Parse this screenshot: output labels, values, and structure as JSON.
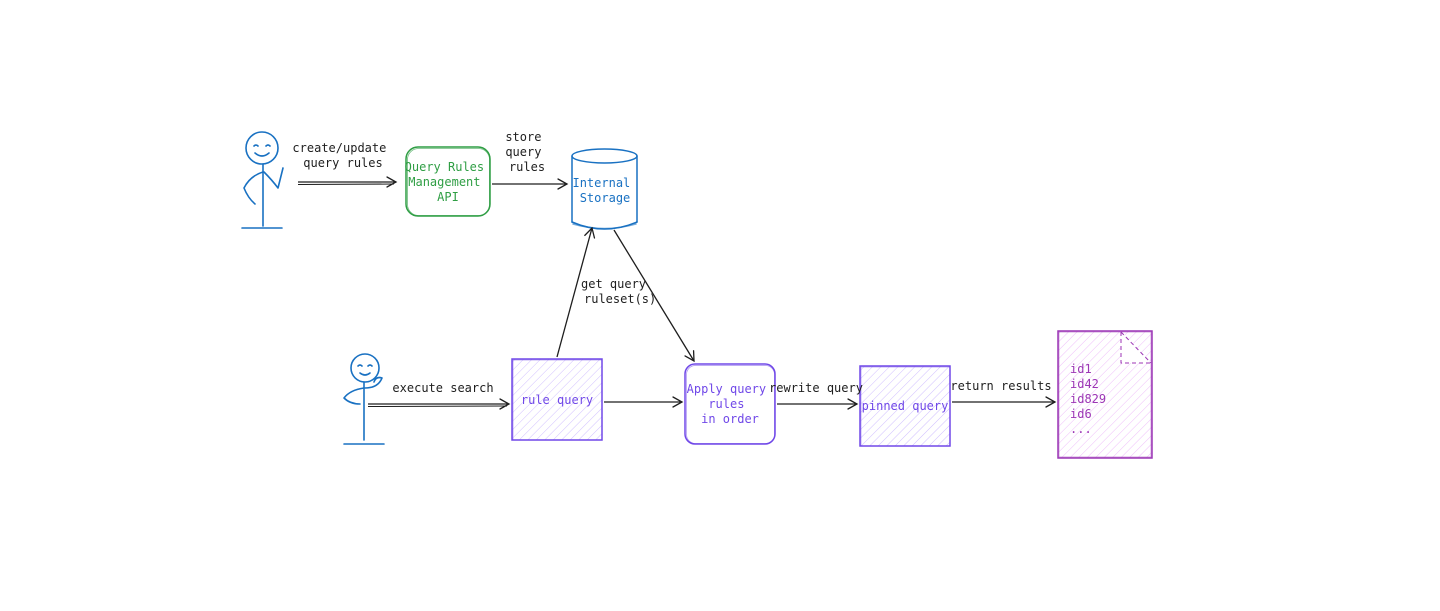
{
  "colors": {
    "actor": "#1971c2",
    "api": "#2f9e44",
    "storage": "#1971c2",
    "query": "#7048e8",
    "results": "#9c36b5",
    "arrow": "#1e1e1e"
  },
  "actors": [
    {
      "id": "admin",
      "icon": "stick-figure-smiling"
    },
    {
      "id": "searcher",
      "icon": "stick-figure-thinking"
    }
  ],
  "nodes": {
    "api": {
      "lines": [
        "Query Rules",
        "Management",
        "API"
      ]
    },
    "storage": {
      "lines": [
        "Internal",
        "Storage"
      ]
    },
    "rule_query": {
      "lines": [
        "rule query"
      ]
    },
    "apply": {
      "lines": [
        "Apply query",
        "rules",
        "in order"
      ]
    },
    "pinned": {
      "lines": [
        "pinned query"
      ]
    },
    "results": {
      "lines": [
        "id1",
        "id42",
        "id829",
        "id6",
        "..."
      ]
    }
  },
  "edges": {
    "create_update": {
      "lines": [
        "create/update",
        "query rules"
      ]
    },
    "store": {
      "lines": [
        "store",
        "query",
        "rules"
      ]
    },
    "get_ruleset": {
      "lines": [
        "get query",
        "ruleset(s)"
      ]
    },
    "execute_search": {
      "lines": [
        "execute search"
      ]
    },
    "rewrite_query": {
      "lines": [
        "rewrite query"
      ]
    },
    "return_results": {
      "lines": [
        "return results"
      ]
    }
  }
}
